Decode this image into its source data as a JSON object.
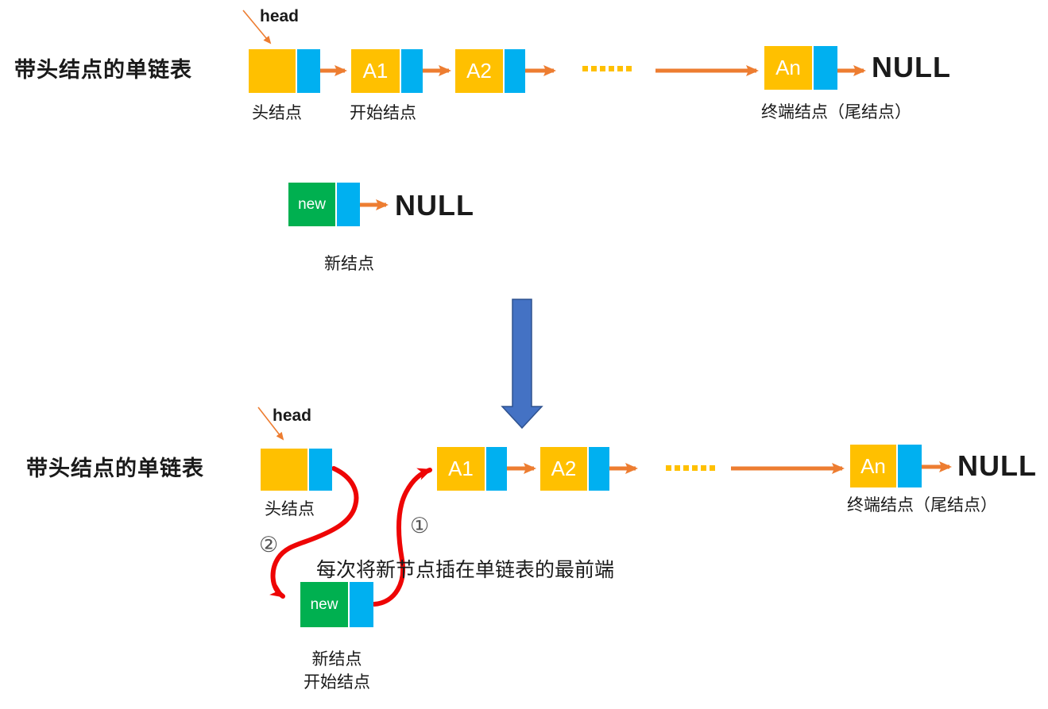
{
  "colors": {
    "node_data": "#FFC000",
    "node_pointer": "#00B0F0",
    "node_new": "#00B050",
    "arrow": "#ED7D31",
    "red_arrow": "#EE0505",
    "big_arrow": "#4472C4",
    "ink": "#1a1a1a"
  },
  "sections": {
    "top": {
      "title": "带头结点的单链表",
      "head_pointer": "head",
      "head_node_label": "头结点",
      "first_node_label": "开始结点",
      "tail_node_label": "终端结点（尾结点）",
      "nodes": {
        "a1": "A1",
        "a2": "A2",
        "an": "An"
      },
      "ellipsis": "······",
      "null_text": "NULL"
    },
    "middle": {
      "new_node_text": "new",
      "new_node_label": "新结点",
      "null_text": "NULL"
    },
    "bottom": {
      "title": "带头结点的单链表",
      "head_pointer": "head",
      "head_node_label": "头结点",
      "annotation": "每次将新节点插在单链表的最前端",
      "step1": "①",
      "step2": "②",
      "new_node_text": "new",
      "new_node_label_line1": "新结点",
      "new_node_label_line2": "开始结点",
      "nodes": {
        "a1": "A1",
        "a2": "A2",
        "an": "An"
      },
      "ellipsis": "······",
      "null_text": "NULL",
      "tail_node_label": "终端结点（尾结点）"
    }
  }
}
